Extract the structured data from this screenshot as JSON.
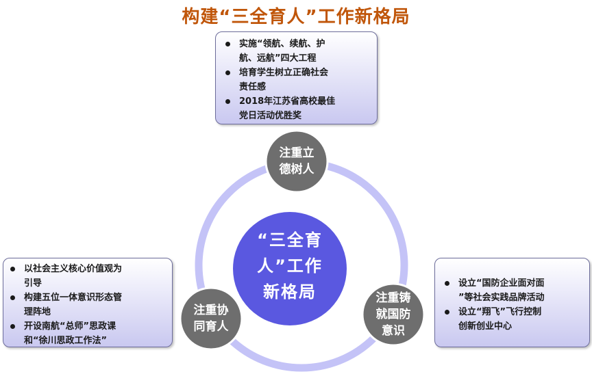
{
  "title": "构建“三全育人”工作新格局",
  "colors": {
    "title": "#c0560a",
    "ring": "#c4c3f7",
    "center_circle": "#5a58e0",
    "node_circle": "#6e6e6e",
    "box_fill": "#c9c8f0"
  },
  "center": {
    "lines": [
      "“三全育",
      "人”工作",
      "新格局"
    ]
  },
  "nodes": [
    {
      "id": "top",
      "lines": [
        "注重立",
        "德树人"
      ]
    },
    {
      "id": "left",
      "lines": [
        "注重协",
        "同育人"
      ]
    },
    {
      "id": "right",
      "lines": [
        "注重铸",
        "就国防",
        "意识"
      ]
    }
  ],
  "boxes": {
    "top": {
      "items": [
        [
          "实施“领航、续航、护",
          "航、远航”四大工程"
        ],
        [
          "培育学生树立正确社会",
          "责任感"
        ],
        [
          "2018年江苏省高校最佳",
          "党日活动优胜奖"
        ]
      ]
    },
    "left": {
      "items": [
        [
          "以社会主义核心价值观为",
          "引导"
        ],
        [
          "构建五位一体意识形态管",
          "理阵地"
        ],
        [
          "开设南航“总师”思政课",
          "和“徐川思政工作法”"
        ]
      ]
    },
    "right": {
      "items": [
        [
          "设立“国防企业面对面",
          "”等社会实践品牌活动"
        ],
        [
          "设立“翔飞”飞行控制",
          "创新创业中心"
        ]
      ]
    }
  }
}
